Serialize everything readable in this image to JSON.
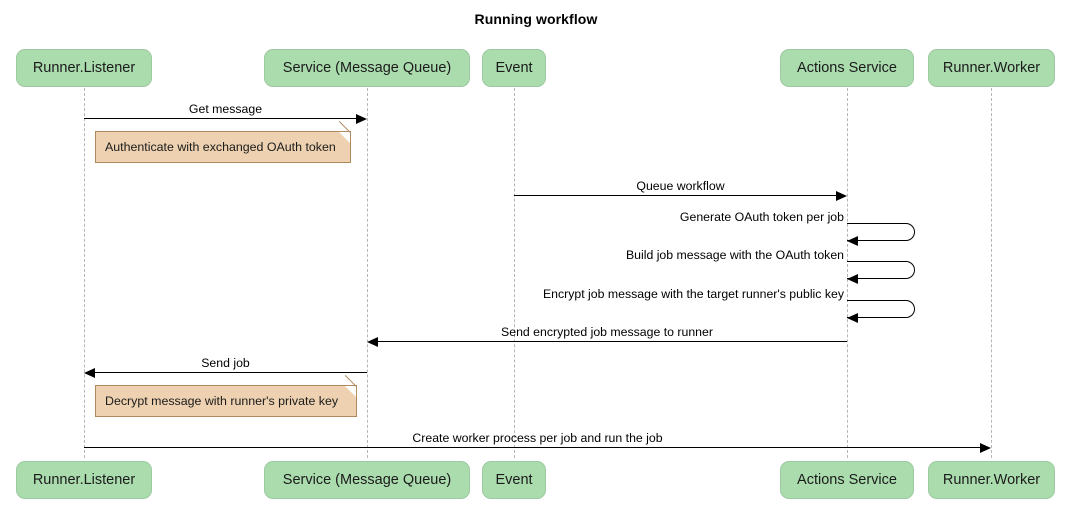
{
  "title": "Running workflow",
  "colors": {
    "participant_fill": "#ABDCAE",
    "participant_border": "#9CC9A0",
    "note_fill": "#EDD1B0",
    "note_border": "#B08A5E",
    "line": "#000000",
    "lifeline": "#B5B5B5",
    "background": "#FFFFFF"
  },
  "participants": [
    {
      "id": "runner-listener",
      "label": "Runner.Listener"
    },
    {
      "id": "service-message-queue",
      "label": "Service (Message Queue)"
    },
    {
      "id": "event",
      "label": "Event"
    },
    {
      "id": "actions-service",
      "label": "Actions Service"
    },
    {
      "id": "runner-worker",
      "label": "Runner.Worker"
    }
  ],
  "messages": [
    {
      "id": "get-message",
      "label": "Get message",
      "from": "runner-listener",
      "to": "service-message-queue",
      "direction": "right"
    },
    {
      "id": "queue-workflow",
      "label": "Queue workflow",
      "from": "event",
      "to": "actions-service",
      "direction": "right"
    },
    {
      "id": "generate-oauth-token",
      "label": "Generate OAuth token per job",
      "from": "actions-service",
      "to": "actions-service",
      "direction": "self"
    },
    {
      "id": "build-job-message",
      "label": "Build job message with the OAuth token",
      "from": "actions-service",
      "to": "actions-service",
      "direction": "self"
    },
    {
      "id": "encrypt-job-message",
      "label": "Encrypt job message with the target runner's public key",
      "from": "actions-service",
      "to": "actions-service",
      "direction": "self"
    },
    {
      "id": "send-encrypted-job-message",
      "label": "Send encrypted job message to runner",
      "from": "actions-service",
      "to": "service-message-queue",
      "direction": "left"
    },
    {
      "id": "send-job",
      "label": "Send job",
      "from": "service-message-queue",
      "to": "runner-listener",
      "direction": "left"
    },
    {
      "id": "create-worker-process",
      "label": "Create worker process per job and run the job",
      "from": "runner-listener",
      "to": "runner-worker",
      "direction": "right"
    }
  ],
  "notes": [
    {
      "id": "authenticate-note",
      "label": "Authenticate with exchanged OAuth token"
    },
    {
      "id": "decrypt-note",
      "label": "Decrypt message with runner's private key"
    }
  ]
}
